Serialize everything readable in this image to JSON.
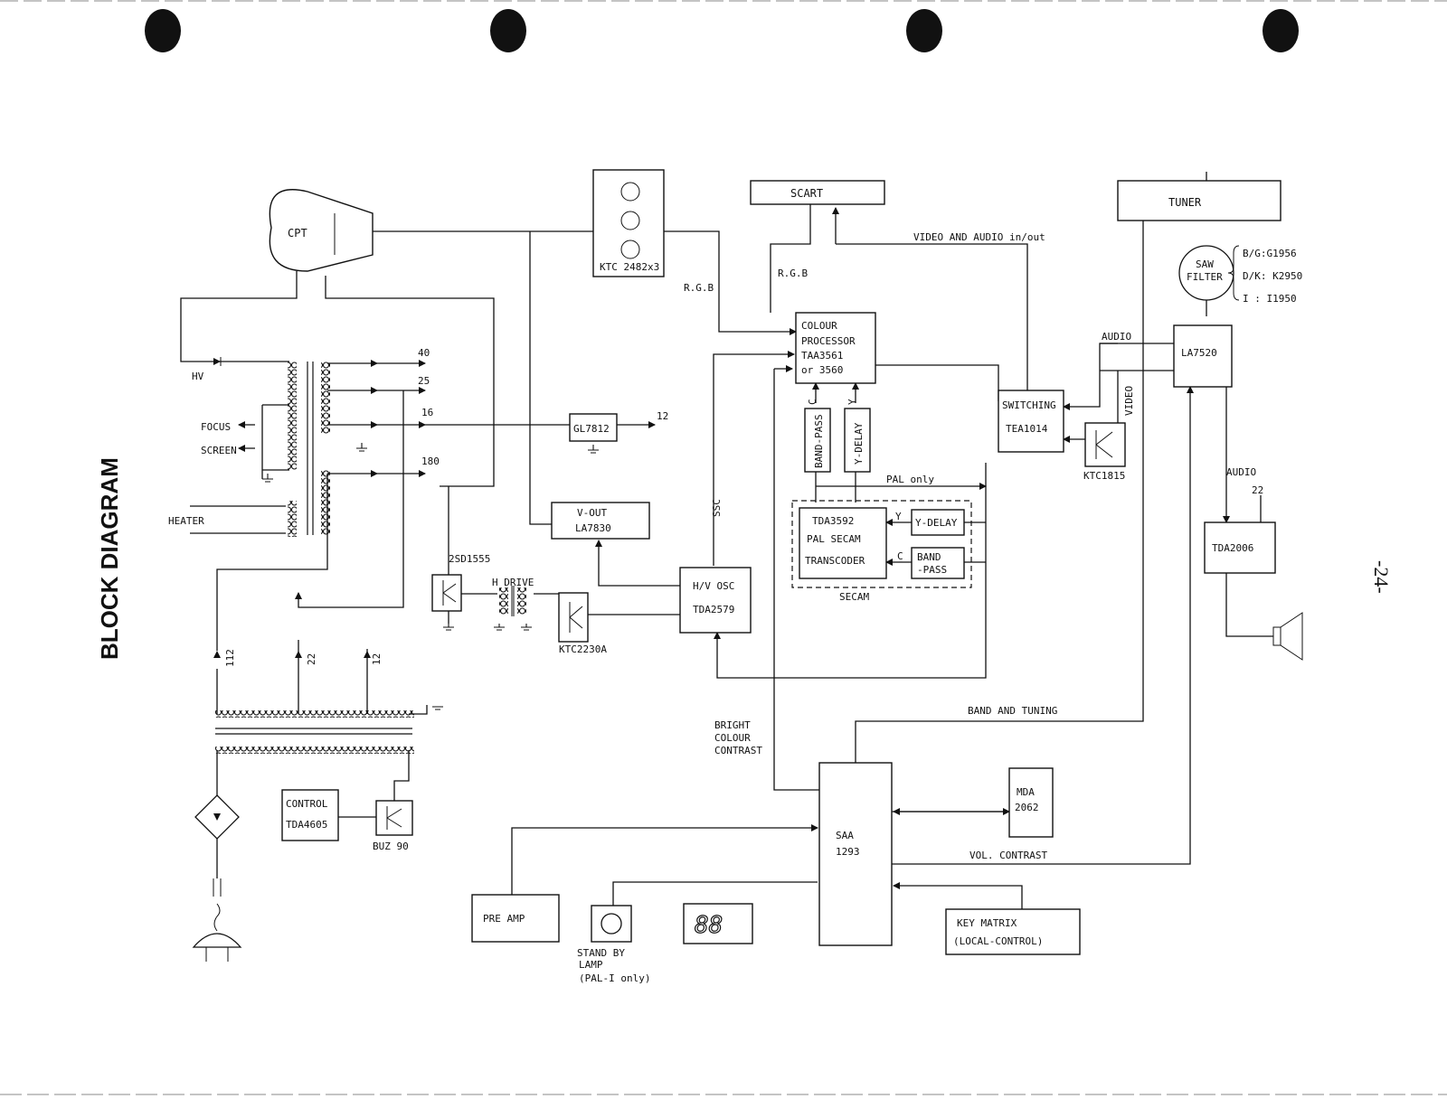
{
  "title": "BLOCK DIAGRAM",
  "page_number": "-24-",
  "blocks": {
    "cpt": "CPT",
    "ktc_array": "KTC 2482x3",
    "scart": "SCART",
    "tuner": "TUNER",
    "saw_filter": [
      "SAW",
      "FILTER"
    ],
    "saw_options": [
      "B/G:G1956",
      "D/K: K2950",
      "I : I1950"
    ],
    "colour_processor": [
      "COLOUR",
      "PROCESSOR",
      "TAA3561",
      "or 3560"
    ],
    "la7520": "LA7520",
    "switching": [
      "SWITCHING",
      "TEA1014"
    ],
    "ktc1815": "KTC1815",
    "band_pass_v": "BAND-PASS",
    "y_delay_v": "Y-DELAY",
    "tda3592": [
      "TDA3592",
      "PAL SECAM",
      "TRANSCODER"
    ],
    "y_delay": "Y-DELAY",
    "band_pass": [
      "BAND",
      "-PASS"
    ],
    "secam": "SECAM",
    "gl7812": "GL7812",
    "v_out": [
      "V-OUT",
      "LA7830"
    ],
    "hv_osc": [
      "H/V OSC",
      "TDA2579"
    ],
    "tda2006": "TDA2006",
    "saa1293": [
      "SAA",
      "1293"
    ],
    "mda2062": [
      "MDA",
      "2062"
    ],
    "control": [
      "CONTROL",
      "TDA4605"
    ],
    "pre_amp": "PRE AMP",
    "key_matrix": [
      "KEY   MATRIX",
      "(LOCAL-CONTROL)"
    ],
    "display": "88"
  },
  "labels": {
    "hv": "HV",
    "focus": "FOCUS",
    "screen": "SCREEN",
    "heater": "HEATER",
    "v40": "40",
    "v25": "25",
    "v16": "16",
    "v180": "180",
    "v12_out": "12",
    "rgb_left": "R.G.B",
    "rgb_scart": "R.G.B",
    "video_audio": "VIDEO AND AUDIO in/out",
    "audio_top": "AUDIO",
    "video_v": "VIDEO",
    "audio_right": "AUDIO",
    "v22_audio": "22",
    "c_top": "C",
    "y_top": "Y",
    "pal_only": "PAL  only",
    "y_small": "Y",
    "c_small": "C",
    "ssc": "SSC",
    "t2sd1555": "2SD1555",
    "h_drive": "H DRIVE",
    "ktc2230a": "KTC2230A",
    "v112": "112",
    "v22": "22",
    "v12": "12",
    "band_tuning": "BAND   AND   TUNING",
    "bright": "BRIGHT",
    "colour": "COLOUR",
    "contrast": "CONTRAST",
    "vol_contrast": "VOL. CONTRAST",
    "buz90": "BUZ 90",
    "stand_by": "STAND BY",
    "lamp": "LAMP",
    "pal_i": "(PAL-I only)"
  }
}
